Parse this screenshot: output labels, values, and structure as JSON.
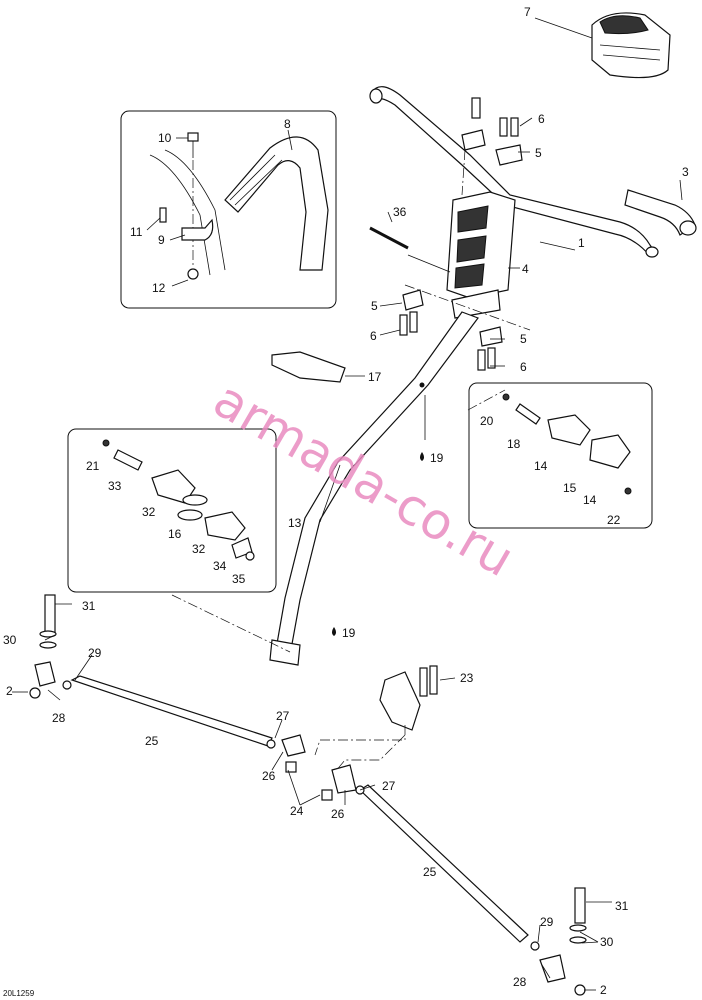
{
  "drawing_code": "20L1259",
  "watermark": "armada-co.ru",
  "callouts": {
    "c1": "1",
    "c2a": "2",
    "c2b": "2",
    "c3": "3",
    "c4": "4",
    "c5a": "5",
    "c5b": "5",
    "c5c": "5",
    "c6a": "6",
    "c6b": "6",
    "c6c": "6",
    "c7": "7",
    "c8": "8",
    "c9": "9",
    "c10": "10",
    "c11": "11",
    "c12": "12",
    "c13": "13",
    "c14a": "14",
    "c14b": "14",
    "c15": "15",
    "c16": "16",
    "c17": "17",
    "c18": "18",
    "c19a": "19",
    "c19b": "19",
    "c20": "20",
    "c21": "21",
    "c22": "22",
    "c23": "23",
    "c24": "24",
    "c25a": "25",
    "c25b": "25",
    "c26a": "26",
    "c26b": "26",
    "c27a": "27",
    "c27b": "27",
    "c28a": "28",
    "c28b": "28",
    "c29a": "29",
    "c29b": "29",
    "c30a": "30",
    "c30b": "30",
    "c31a": "31",
    "c31b": "31",
    "c32a": "32",
    "c32b": "32",
    "c33": "33",
    "c34": "34",
    "c35": "35",
    "c36": "36"
  }
}
